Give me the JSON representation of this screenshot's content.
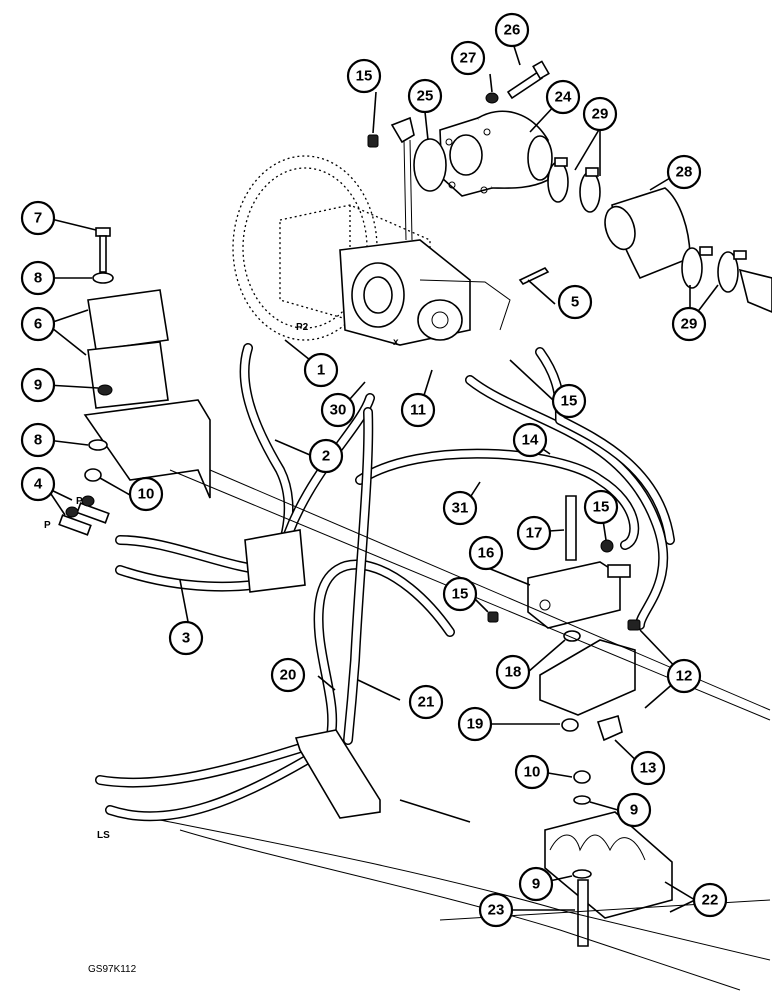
{
  "figure_code": "GS97K112",
  "port_labels": {
    "p2": "P2",
    "x": "x",
    "p_left": "P",
    "p_right": "P",
    "ls": "LS"
  },
  "callouts": {
    "c1": "1",
    "c2": "2",
    "c3": "3",
    "c4": "4",
    "c5": "5",
    "c6": "6",
    "c7": "7",
    "c8a": "8",
    "c8b": "8",
    "c9a": "9",
    "c9b": "9",
    "c9c": "9",
    "c10a": "10",
    "c10b": "10",
    "c11": "11",
    "c12": "12",
    "c13": "13",
    "c14": "14",
    "c15a": "15",
    "c15b": "15",
    "c15c": "15",
    "c15d": "15",
    "c16": "16",
    "c17": "17",
    "c18": "18",
    "c19": "19",
    "c20": "20",
    "c21": "21",
    "c22": "22",
    "c23": "23",
    "c24": "24",
    "c25": "25",
    "c26": "26",
    "c27": "27",
    "c28": "28",
    "c29a": "29",
    "c29b": "29",
    "c30": "30",
    "c31": "31"
  }
}
